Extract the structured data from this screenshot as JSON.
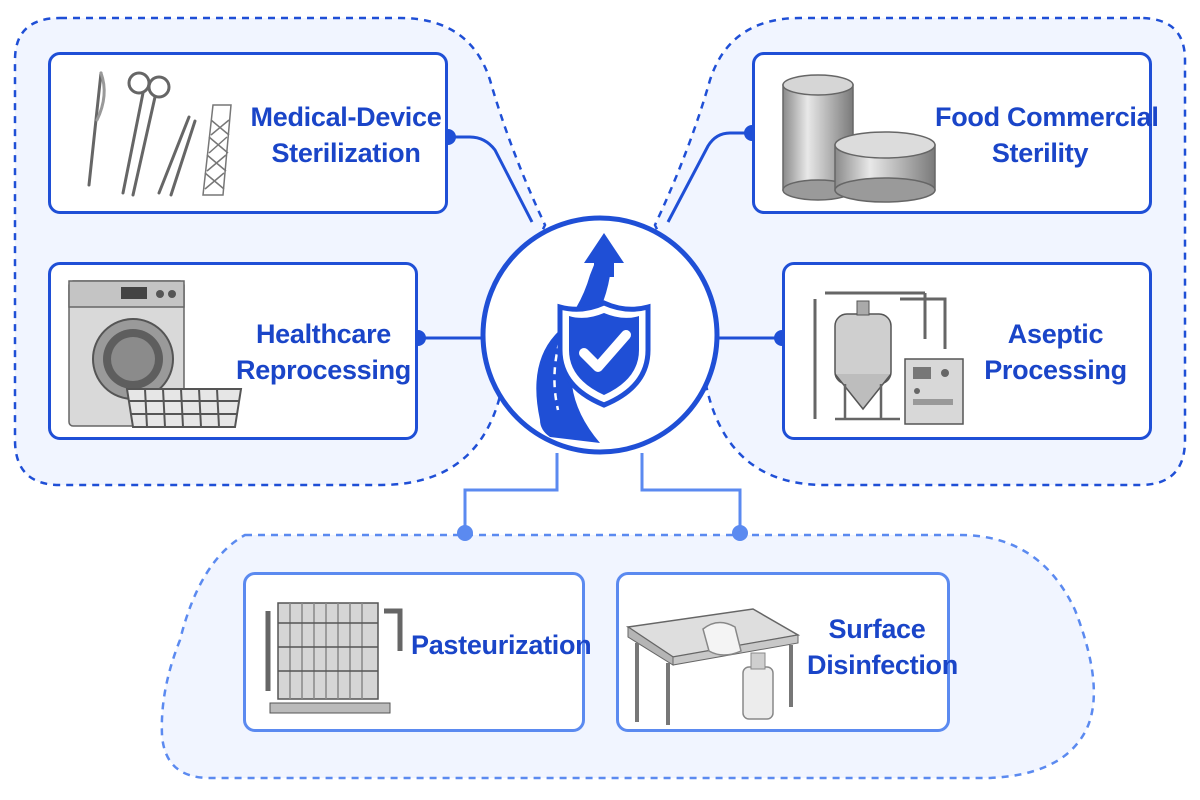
{
  "nodes": {
    "medical_device": {
      "line1": "Medical-Device",
      "line2": "Sterilization",
      "icon": "surgical-instruments-icon"
    },
    "food_commercial": {
      "line1": "Food Commercial",
      "line2": "Sterility",
      "icon": "food-cans-icon"
    },
    "healthcare": {
      "line1": "Healthcare",
      "line2": "Reprocessing",
      "icon": "washer-disinfector-icon"
    },
    "aseptic": {
      "line1": "Aseptic",
      "line2": "Processing",
      "icon": "process-tank-icon"
    },
    "pasteurization": {
      "line1": "Pasteurization",
      "icon": "heat-exchanger-icon"
    },
    "surface": {
      "line1": "Surface",
      "line2": "Disinfection",
      "icon": "table-wipe-spray-icon"
    }
  },
  "hub": {
    "icon": "shield-check-road-arrow-icon"
  },
  "colors": {
    "primary": "#1f4fd6",
    "light": "#5b8af0",
    "group_fill": "#f1f5ff"
  }
}
